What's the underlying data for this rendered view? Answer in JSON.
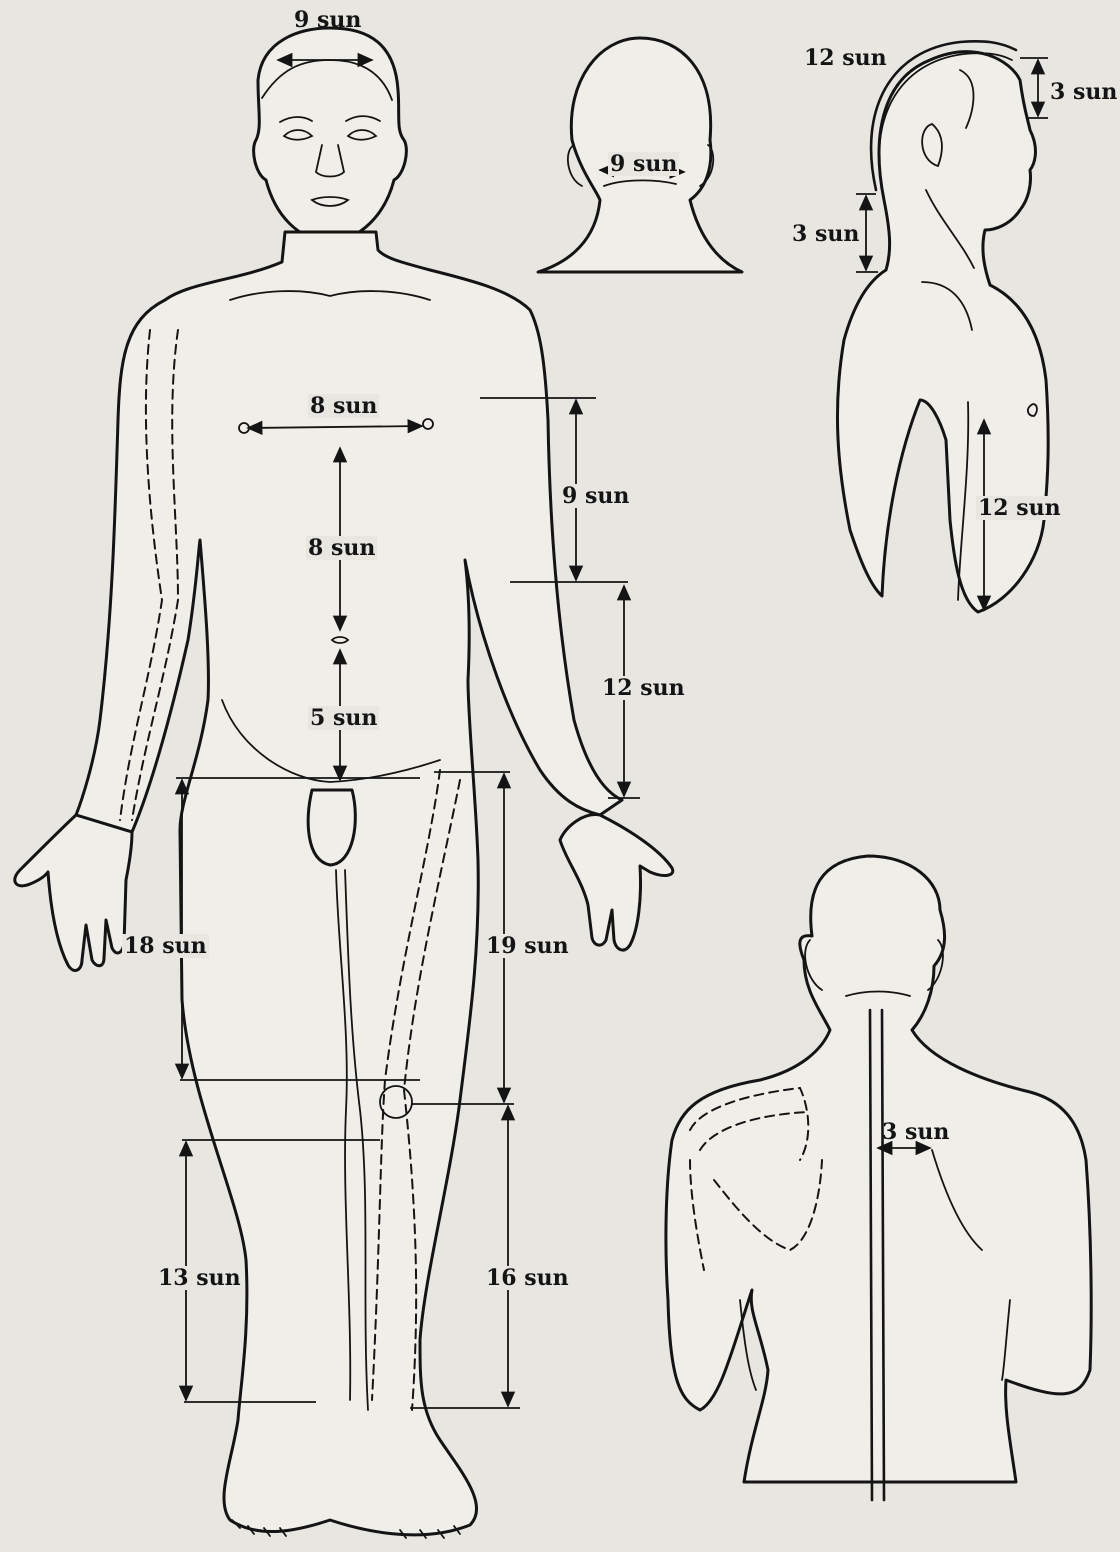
{
  "labels": {
    "head_width": "9 sun",
    "neck_width": "9 sun",
    "side_head_arc": "12 sun",
    "side_forehead": "3 sun",
    "side_neck": "3 sun",
    "side_arm": "12 sun",
    "nipples": "8 sun",
    "shoulder_to_elbow": "9 sun",
    "sternum_to_navel": "8 sun",
    "elbow_to_wrist": "12 sun",
    "navel_to_pubis": "5 sun",
    "thigh_inner": "18 sun",
    "thigh_outer": "19 sun",
    "lower_leg_inner": "13 sun",
    "lower_leg_outer": "16 sun",
    "back_spine": "3 sun"
  },
  "colors": {
    "ink": "#141414",
    "paper": "#e8e6e1"
  }
}
